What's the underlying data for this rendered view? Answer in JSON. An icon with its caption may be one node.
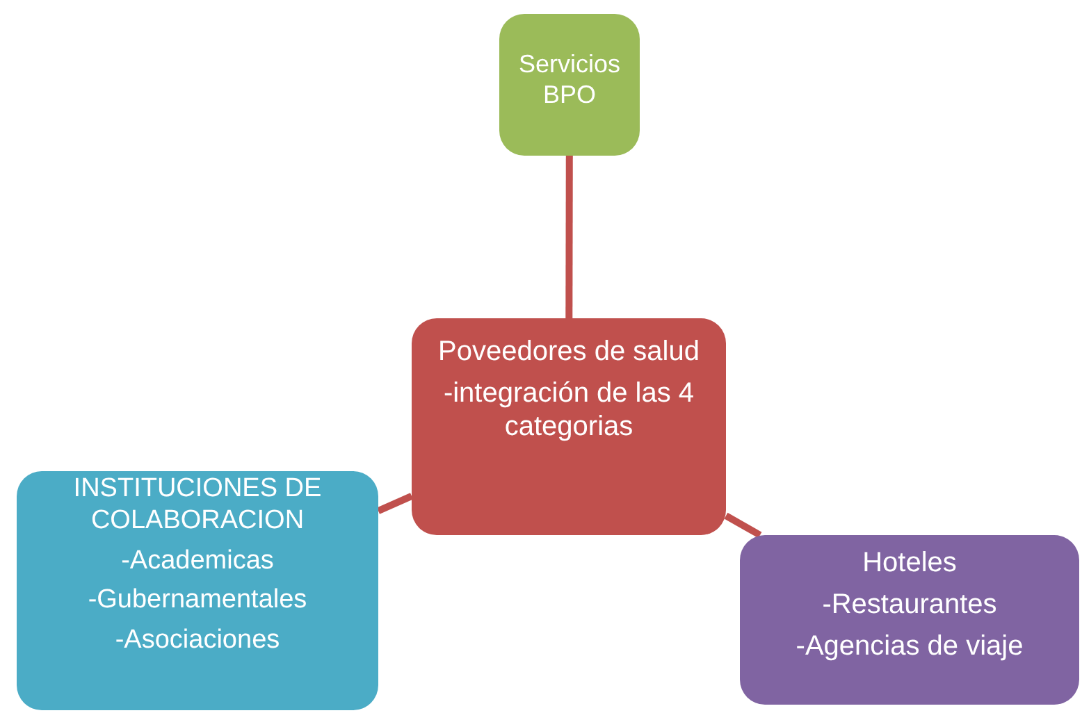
{
  "diagram": {
    "nodes": [
      {
        "text": [
          "Servicios BPO"
        ]
      },
      {
        "text": [
          "Poveedores de salud",
          "-integración de las 4 categorias"
        ]
      },
      {
        "text": [
          "INSTITUCIONES DE COLABORACION",
          "-Academicas",
          "-Gubernamentales",
          "-Asociaciones"
        ]
      },
      {
        "text": [
          "Hoteles",
          "-Restaurantes",
          "-Agencias de viaje"
        ]
      }
    ],
    "edges": [
      {
        "from": 1,
        "to": 0,
        "arrow": "none"
      },
      {
        "from": 1,
        "to": 2,
        "arrow": "none"
      },
      {
        "from": 1,
        "to": 3,
        "arrow": "none"
      }
    ]
  }
}
